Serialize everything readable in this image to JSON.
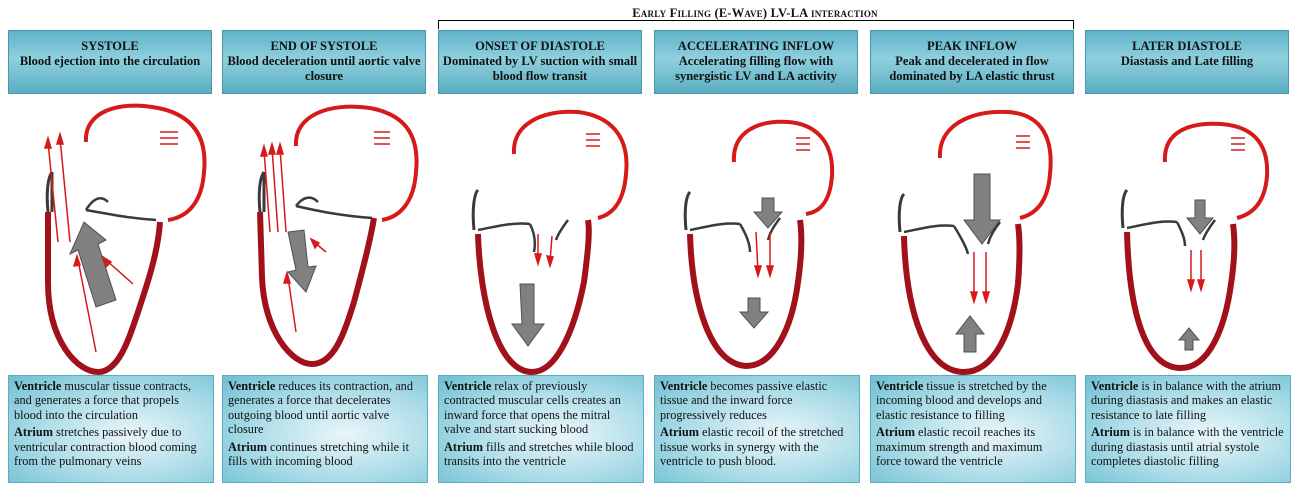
{
  "bracket": {
    "title": "Early Filling (E-Wave) LV-LA interaction"
  },
  "panels": [
    {
      "title": "SYSTOLE",
      "subtitle": "Blood ejection into the circulation",
      "ventricle_term": "Ventricle",
      "ventricle_text": " muscular tissue contracts, and generates a force that propels blood into the circulation",
      "atrium_term": "Atrium",
      "atrium_text": " stretches passively due to ventricular contraction blood coming from the pulmonary veins"
    },
    {
      "title": "END OF SYSTOLE",
      "subtitle": "Blood deceleration until aortic valve closure",
      "ventricle_term": "Ventricle",
      "ventricle_text": " reduces its contraction, and generates a force that decelerates outgoing blood until aortic valve closure",
      "atrium_term": "Atrium",
      "atrium_text": " continues stretching while it fills with incoming blood"
    },
    {
      "title": "ONSET OF DIASTOLE",
      "subtitle": "Dominated by LV suction with small blood flow transit",
      "ventricle_term": "Ventricle",
      "ventricle_text": " relax of previously contracted muscular cells creates an inward force that opens the mitral valve and start sucking blood",
      "atrium_term": "Atrium",
      "atrium_text": " fills and stretches while blood transits into the ventricle"
    },
    {
      "title": "ACCELERATING INFLOW",
      "subtitle": "Accelerating filling flow with synergistic LV and LA activity",
      "ventricle_term": "Ventricle",
      "ventricle_text": " becomes passive elastic tissue and the inward force progressively reduces",
      "atrium_term": "Atrium",
      "atrium_text": " elastic recoil of the stretched tissue works in synergy with the ventricle to push blood."
    },
    {
      "title": "PEAK INFLOW",
      "subtitle": "Peak and decelerated in flow dominated by LA elastic thrust",
      "ventricle_term": "Ventricle",
      "ventricle_text": " tissue is stretched by the incoming blood and develops and elastic resistance to filling",
      "atrium_term": "Atrium",
      "atrium_text": " elastic recoil reaches its maximum strength and maximum force toward the ventricle"
    },
    {
      "title": "LATER DIASTOLE",
      "subtitle": "Diastasis and Late filling",
      "ventricle_term": "Ventricle",
      "ventricle_text": " is in balance with the atrium during diastasis and makes an elastic resistance to late filling",
      "atrium_term": "Atrium",
      "atrium_text": " is in balance with the ventricle during diastasis until atrial systole completes diastolic filling"
    }
  ],
  "colors": {
    "myocardium": "#a0111a",
    "atrium_wall": "#d61a1a",
    "flow_arrow": "#d61a1a",
    "force_arrow": "#808080",
    "valve": "#3a3a3a",
    "header": "#6dbccf"
  }
}
